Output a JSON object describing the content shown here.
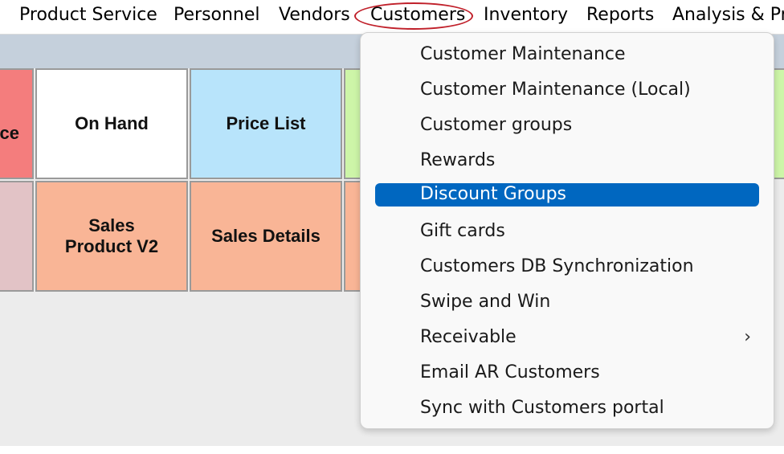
{
  "menubar": {
    "items": [
      "Product Service",
      "Personnel",
      "Vendors",
      "Customers",
      "Inventory",
      "Reports",
      "Analysis & Pr"
    ]
  },
  "tiles": {
    "row1": [
      {
        "label": "ce",
        "color": "#f47d7d"
      },
      {
        "label": "On Hand",
        "color": "#ffffff"
      },
      {
        "label": "Price List",
        "color": "#b8e4fb"
      },
      {
        "label": "",
        "color": "#cdf5a8"
      }
    ],
    "row2": [
      {
        "label": "",
        "color": "#e2c3c6"
      },
      {
        "label": "Sales Product V2",
        "color": "#f9b596"
      },
      {
        "label": "Sales Details",
        "color": "#f9b596"
      },
      {
        "label": "",
        "color": "#f9b596"
      }
    ]
  },
  "customers_menu": {
    "items": [
      {
        "label": "Customer Maintenance"
      },
      {
        "label": "Customer Maintenance (Local)"
      },
      {
        "label": "Customer groups"
      },
      {
        "label": "Rewards"
      },
      {
        "label": "Discount Groups",
        "highlighted": true
      },
      {
        "label": "Gift cards"
      },
      {
        "label": "Customers DB Synchronization"
      },
      {
        "label": "Swipe and Win"
      },
      {
        "label": "Receivable",
        "submenu_icon": "chevron-right-icon"
      },
      {
        "label": "Email AR Customers"
      },
      {
        "label": "Sync with Customers portal"
      }
    ],
    "highlight_color": "#0067c0",
    "annotation_color": "#c0202a"
  }
}
